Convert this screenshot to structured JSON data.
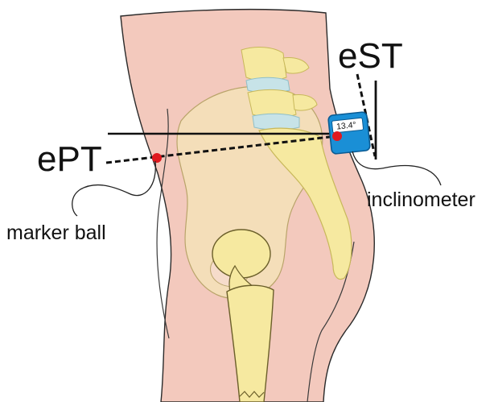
{
  "labels": {
    "est": "eST",
    "ept": "ePT",
    "inclinometer": "inclinometer",
    "marker_ball": "marker ball",
    "readout": "13.4°"
  },
  "colors": {
    "skin_fill": "#f3c9bd",
    "skin_outline": "#2a2a2a",
    "bone_fill": "#f6e9a0",
    "bone_outline": "#c8b85a",
    "pelvis_fill": "#f3e2b8",
    "disc_fill": "#c7e3e8",
    "device_fill": "#1a8fd6",
    "device_outline": "#0b5b93",
    "marker_fill": "#e0191f",
    "line_color": "#111111"
  },
  "icons": {
    "marker": "red-dot",
    "device": "inclinometer-device"
  }
}
